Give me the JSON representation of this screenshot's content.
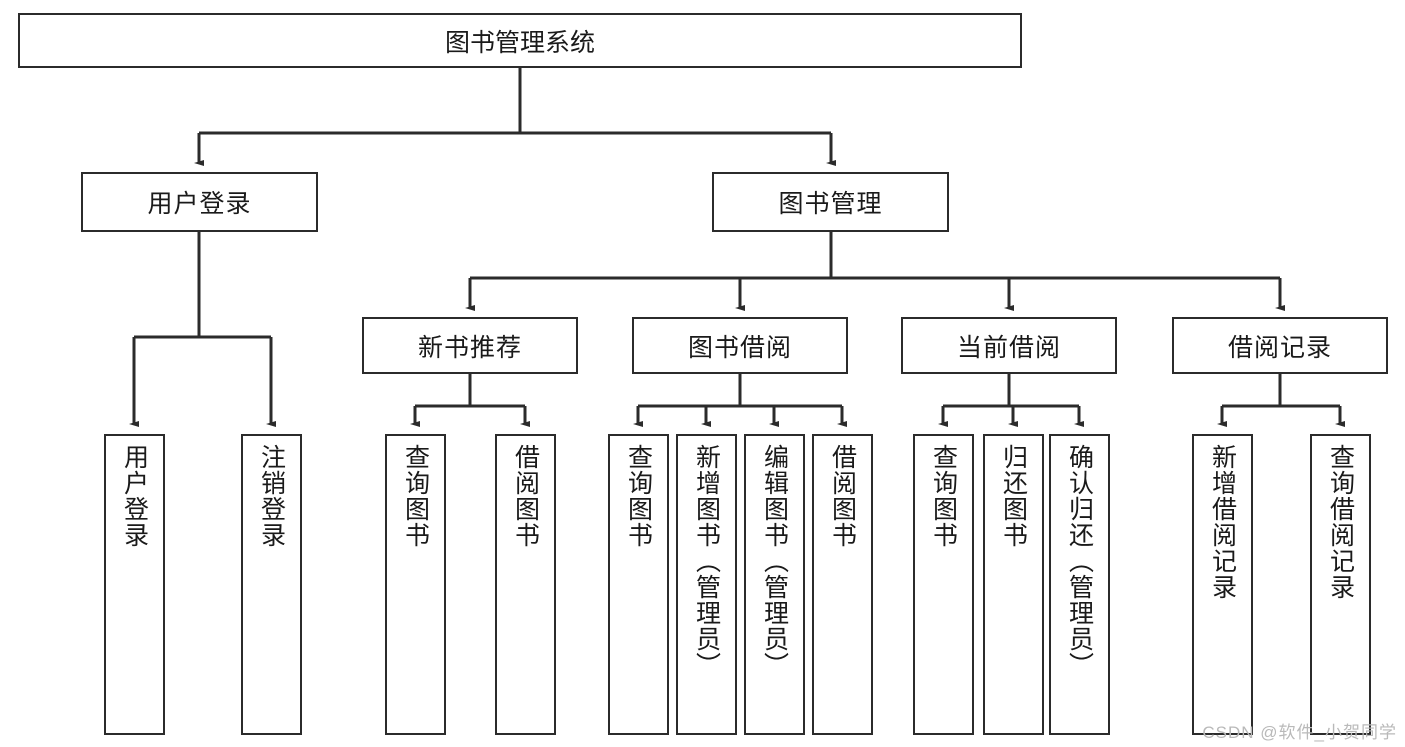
{
  "diagram": {
    "title": "图书管理系统",
    "type": "tree",
    "watermark": "CSDN @软件_小贺同学",
    "colors": {
      "background": "#ffffff",
      "box_fill": "#ffffff",
      "box_border": "#2b2b2b",
      "connector": "#2b2b2b",
      "text": "#1a1a1a",
      "watermark": "#b9b9b9"
    },
    "root": {
      "label": "图书管理系统"
    },
    "level2": [
      {
        "label": "用户登录"
      },
      {
        "label": "图书管理"
      }
    ],
    "level3": [
      {
        "label": "新书推荐"
      },
      {
        "label": "图书借阅"
      },
      {
        "label": "当前借阅"
      },
      {
        "label": "借阅记录"
      }
    ],
    "leaves": {
      "user_login": [
        {
          "label": "用户登录"
        },
        {
          "label": "注销登录"
        }
      ],
      "new_book": [
        {
          "label": "查询图书"
        },
        {
          "label": "借阅图书"
        }
      ],
      "book_borrow": [
        {
          "label": "查询图书"
        },
        {
          "label": "新增图书（管理员）"
        },
        {
          "label": "编辑图书（管理员）"
        },
        {
          "label": "借阅图书"
        }
      ],
      "current_borrow": [
        {
          "label": "查询图书"
        },
        {
          "label": "归还图书"
        },
        {
          "label": "确认归还（管理员）"
        }
      ],
      "borrow_record": [
        {
          "label": "新增借阅记录"
        },
        {
          "label": "查询借阅记录"
        }
      ]
    }
  }
}
